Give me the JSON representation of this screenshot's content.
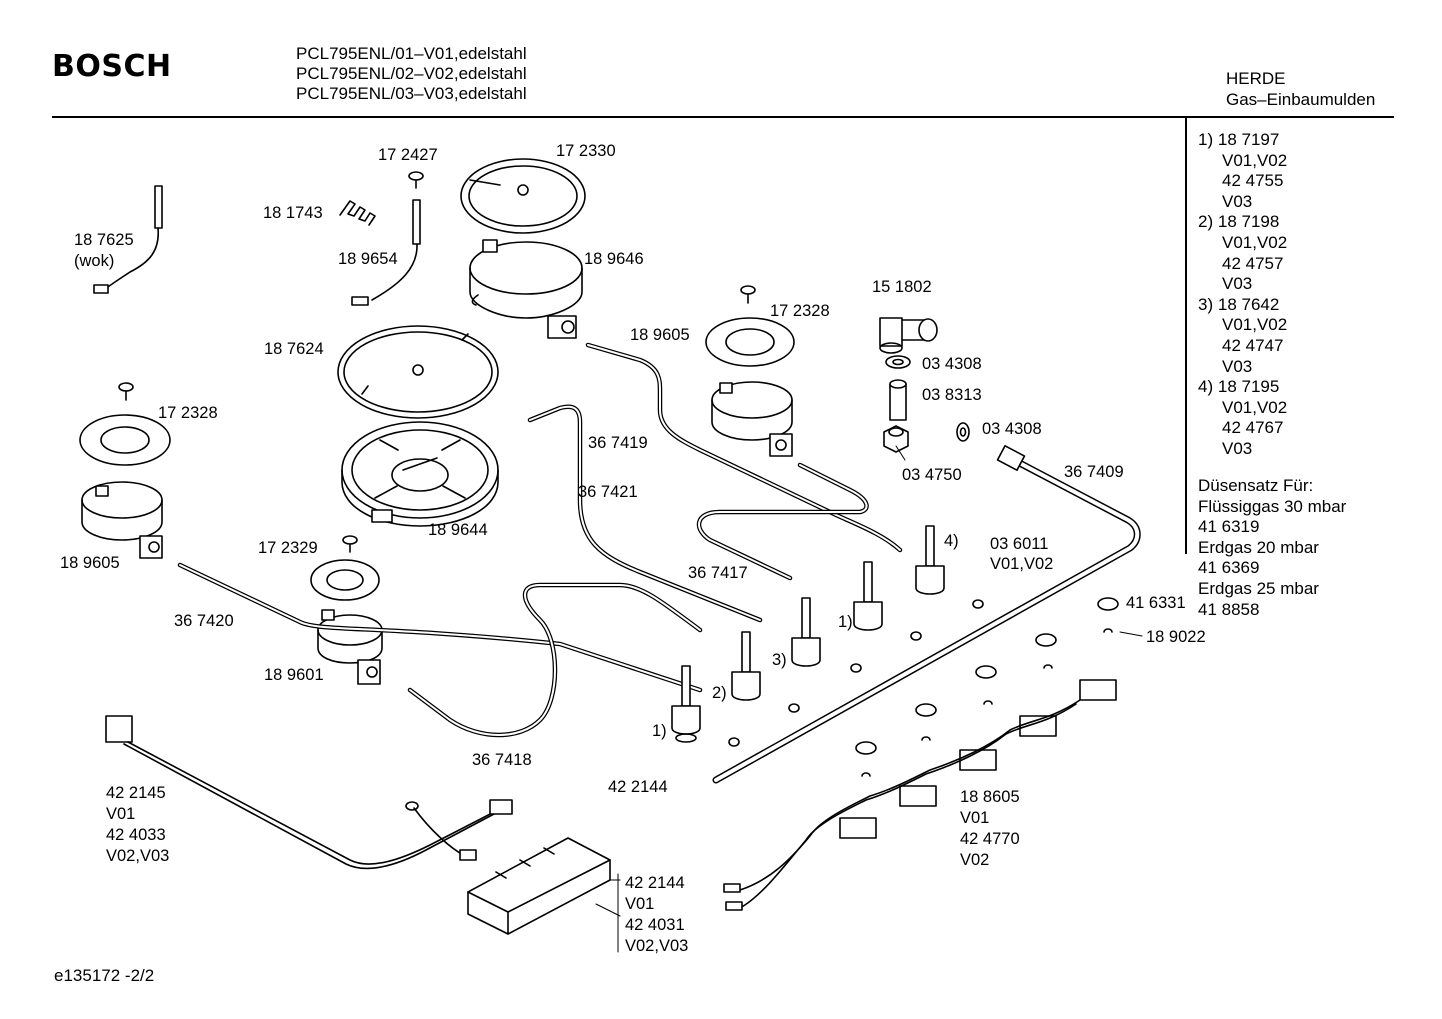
{
  "header": {
    "brand": "BOSCH",
    "models": [
      "PCL795ENL/01–V01,edelstahl",
      "PCL795ENL/02–V02,edelstahl",
      "PCL795ENL/03–V03,edelstahl"
    ],
    "category": "HERDE",
    "subcategory": "Gas–Einbaumulden"
  },
  "notes": [
    {
      "key": "1)",
      "lines": [
        "18 7197",
        "V01,V02",
        "42 4755",
        "V03"
      ]
    },
    {
      "key": "2)",
      "lines": [
        "18 7198",
        "V01,V02",
        "42 4757",
        "V03"
      ]
    },
    {
      "key": "3)",
      "lines": [
        "18 7642",
        "V01,V02",
        "42 4747",
        "V03"
      ]
    },
    {
      "key": "4)",
      "lines": [
        "18 7195",
        "V01,V02",
        "42 4767",
        "V03"
      ]
    }
  ],
  "nozzle_set": {
    "title": "Düsensatz Für:",
    "lines": [
      "Flüssiggas 30 mbar",
      "41 6319",
      "Erdgas 20 mbar",
      "41 6369",
      "Erdgas 25 mbar",
      "41 8858"
    ]
  },
  "labels": {
    "p187625": "18 7625",
    "wok": "(wok)",
    "p181743": "18 1743",
    "p172427": "17 2427",
    "p189654": "18 9654",
    "p172330": "17 2330",
    "p189646": "18 9646",
    "p187624": "18 7624",
    "p172328a": "17 2328",
    "p172328b": "17 2328",
    "p189605a": "18 9605",
    "p189605b": "18 9605",
    "p151802": "15 1802",
    "p034308a": "03 4308",
    "p038313": "03 8313",
    "p034308b": "03 4308",
    "p034750": "03 4750",
    "p367409": "36 7409",
    "p367419": "36 7419",
    "p367421": "36 7421",
    "p189644": "18 9644",
    "p172329": "17 2329",
    "p367420": "36 7420",
    "p189601": "18 9601",
    "p367417": "36 7417",
    "p367418": "36 7418",
    "p422144a": "42 2144",
    "p036011": "03 6011",
    "p036011v": "V01,V02",
    "p416331": "41 6331",
    "p189022": "18 9022",
    "n1a": "1)",
    "n1b": "1)",
    "n2": "2)",
    "n3": "3)",
    "n4": "4)",
    "cable": [
      "42 2145",
      "V01",
      "42 4033",
      "V02,V03"
    ],
    "ignition": [
      "18 8605",
      "V01",
      "42 4770",
      "V02"
    ],
    "module": [
      "42 2144",
      "V01",
      "42 4031",
      "V02,V03"
    ]
  },
  "footer": "e135172 -2/2"
}
